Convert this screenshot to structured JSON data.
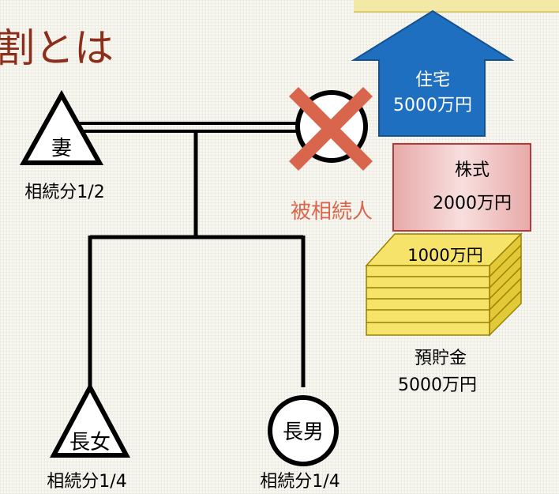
{
  "title": "割とは",
  "heirs": {
    "wife": {
      "symbol": "妻",
      "share": "相続分1/2"
    },
    "eldest_daughter": {
      "symbol": "長女",
      "share": "相続分1/4"
    },
    "eldest_son": {
      "symbol": "長男",
      "share": "相続分1/4"
    }
  },
  "decedent_label": "被相続人",
  "assets": {
    "house": {
      "name": "住宅",
      "value": "5000万円"
    },
    "stocks": {
      "name": "株式",
      "value": "2000万円"
    },
    "savings_bundle": "1000万円",
    "savings": {
      "name": "預貯金",
      "value": "5000万円"
    }
  },
  "colors": {
    "title": "#8b2f1c",
    "house_fill": "#1f6fc0",
    "stocks_fill": "#f3c8c8",
    "stocks_border": "#b23a3a",
    "cash_fill": "#f5e36a",
    "cash_border": "#9a8000",
    "decedent": "#d9664c",
    "tree_line": "#000000"
  }
}
